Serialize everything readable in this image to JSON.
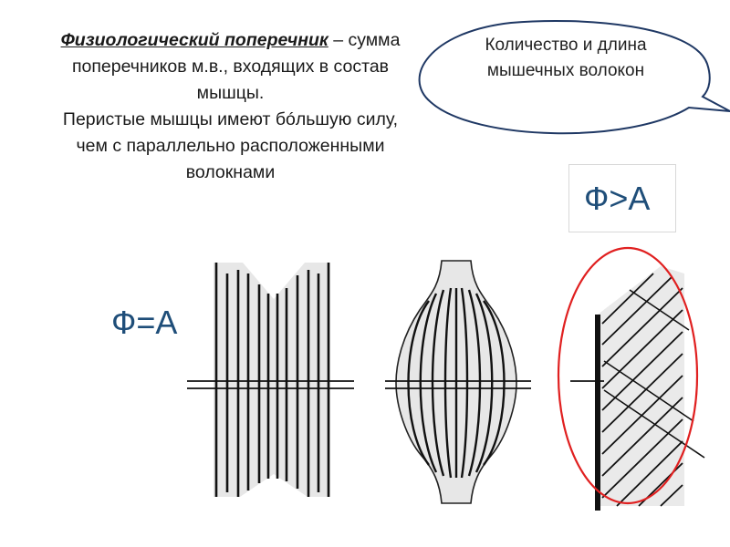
{
  "text_block": {
    "term": "Физиологический поперечник",
    "definition": " – сумма поперечников м.в., входящих в состав мышцы.",
    "statement": "Перистые мышцы имеют бóльшую силу, чем с параллельно расположенными волокнами"
  },
  "bubble": {
    "text": "Количество и длина мышечных волокон",
    "border_color": "#1f3864"
  },
  "formulas": {
    "equal": "Ф=А",
    "greater": "Ф>А",
    "color": "#1f4e79"
  },
  "highlight": {
    "color": "#e02020"
  }
}
